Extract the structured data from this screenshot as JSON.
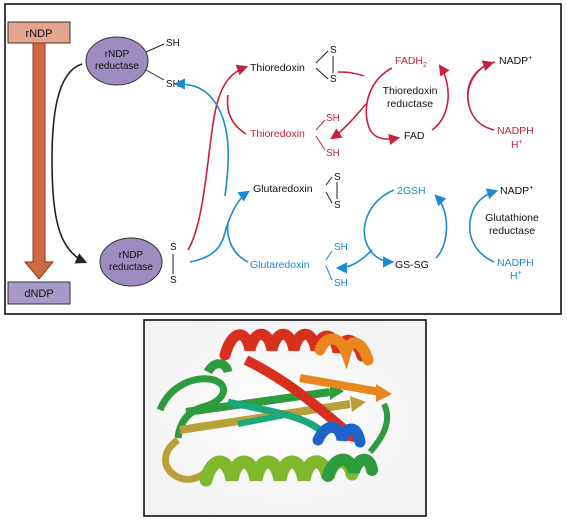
{
  "pathway": {
    "rndp": "rNDP",
    "dndp": "dNDP",
    "enzyme_top": [
      "rNDP",
      "reductase"
    ],
    "enzyme_bottom": [
      "rNDP",
      "reductase"
    ],
    "sh": "SH",
    "s": "S",
    "thioredoxin_ox": "Thioredoxin",
    "thioredoxin_red": "Thioredoxin",
    "glutaredoxin_ox": "Glutaredoxin",
    "glutaredoxin_red": "Glutaredoxin",
    "fadh2_base": "FADH",
    "fadh2_sub": "2",
    "fad": "FAD",
    "thioredoxin_reductase": [
      "Thioredoxin",
      "reductase"
    ],
    "nadp_plus_base": "NADP",
    "plus": "+",
    "nadph": "NADPH",
    "h_base": "H",
    "gsh2": "2GSH",
    "gssg": "GS-SG",
    "glutathione_reductase": [
      "Glutathione",
      "reductase"
    ]
  },
  "colors": {
    "thioredoxin_red": "#c8213f",
    "glutaredoxin_blue": "#1a8ad4",
    "enzyme_fill": "#9c8cbf",
    "rndp_box": "#e4a48e",
    "dndp_box": "#a79acb",
    "arrow_brown": "#cd6a44",
    "frame": "#000000"
  },
  "protein_image": {
    "colors": [
      "#d7301f",
      "#e8871e",
      "#2d9c3e",
      "#1d63c9",
      "#7fb82d",
      "#1aa87c",
      "#b8a13a"
    ]
  }
}
